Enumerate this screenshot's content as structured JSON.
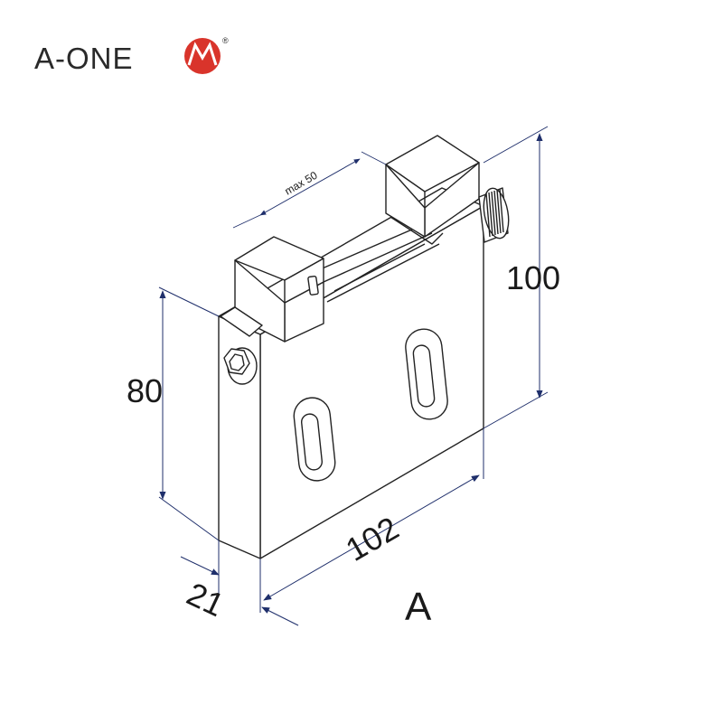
{
  "brand": {
    "name": "A-ONE",
    "registered": "®",
    "logo_color": "#d9342b"
  },
  "dimensions": {
    "height_total": "100",
    "height_front": "80",
    "width": "102",
    "depth": "21",
    "opening": "max 50"
  },
  "figure_label": "A",
  "colors": {
    "line": "#222222",
    "dimension": "#1f2f6b"
  }
}
